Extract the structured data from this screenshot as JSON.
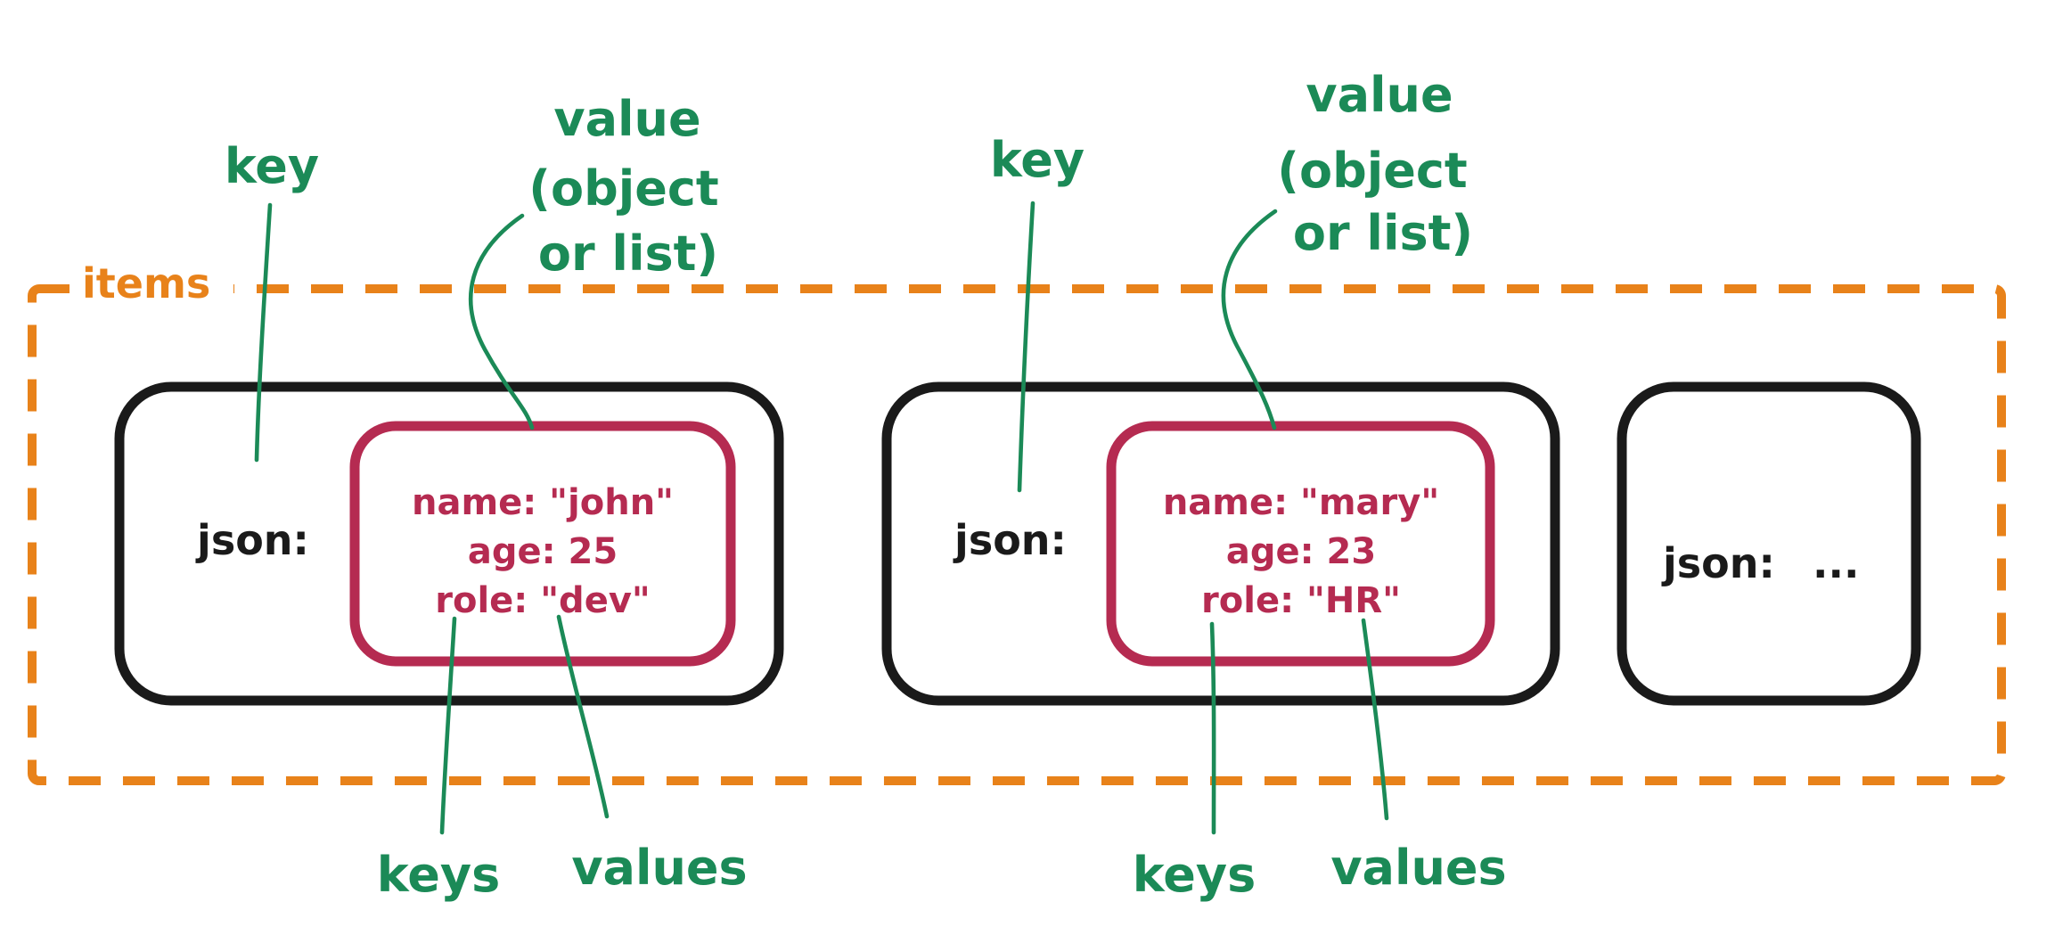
{
  "diagram": {
    "items_label": "items",
    "annotations": {
      "left": {
        "key": "key",
        "value": [
          "value",
          "(object",
          "or list)"
        ],
        "keys": "keys",
        "values": "values"
      },
      "right": {
        "key": "key",
        "value": [
          "value",
          "(object",
          "or list)"
        ],
        "keys": "keys",
        "values": "values"
      }
    },
    "records": [
      {
        "key": "json:",
        "fields": [
          "name: \"john\"",
          "age: 25",
          "role: \"dev\""
        ]
      },
      {
        "key": "json:",
        "fields": [
          "name: \"mary\"",
          "age: 23",
          "role: \"HR\""
        ]
      },
      {
        "key": "json:",
        "ellipsis": "..."
      }
    ],
    "colors": {
      "green": "#1b8a57",
      "orange": "#e8821a",
      "crimson": "#b52b51",
      "ink": "#1a1a1a"
    }
  }
}
